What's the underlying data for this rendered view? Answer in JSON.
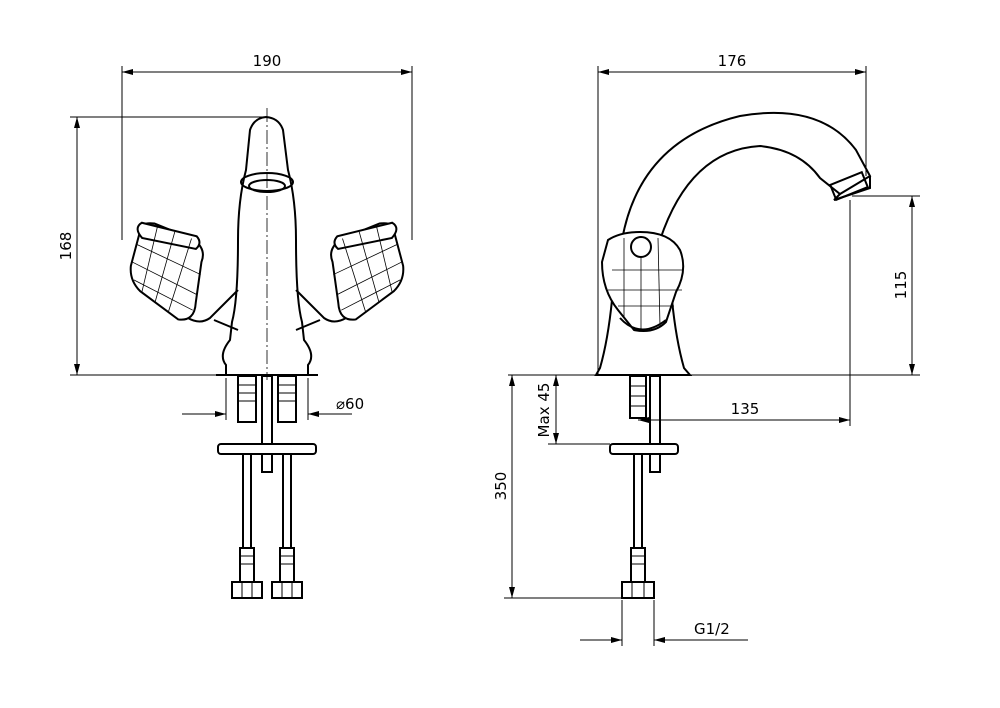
{
  "drawing": {
    "dimensions": {
      "width_front": "190",
      "height_front": "168",
      "base_diameter": "⌀60",
      "width_side": "176",
      "spout_height": "115",
      "spout_reach": "135",
      "max_deck": "Max 45",
      "hose_length": "350",
      "thread": "G1/2"
    },
    "colors": {
      "line": "#000000",
      "background": "#ffffff"
    }
  }
}
